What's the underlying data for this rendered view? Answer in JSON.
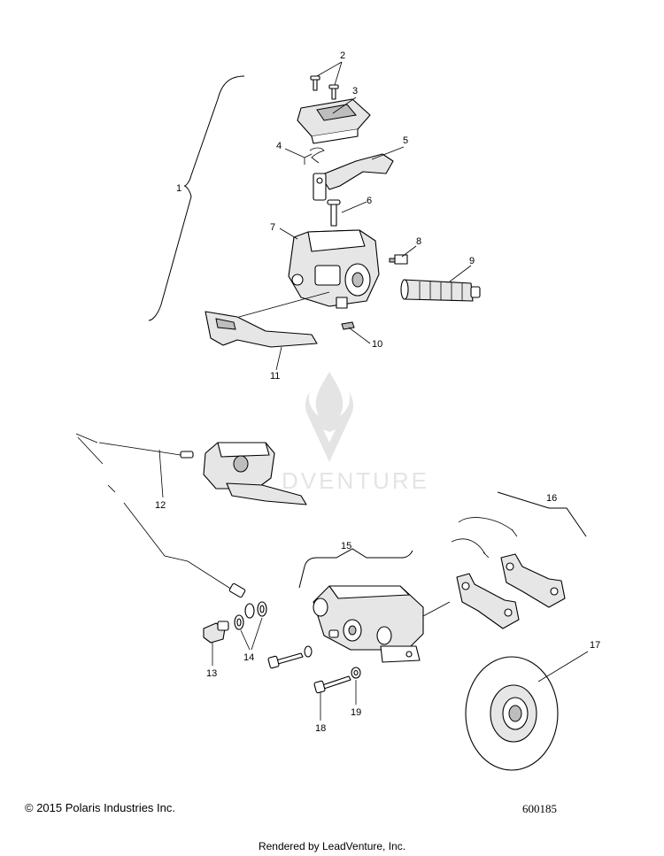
{
  "watermark": {
    "text": "DVENTURE"
  },
  "callouts": [
    {
      "id": "1",
      "label": "1"
    },
    {
      "id": "2",
      "label": "2"
    },
    {
      "id": "3",
      "label": "3"
    },
    {
      "id": "4",
      "label": "4"
    },
    {
      "id": "5",
      "label": "5"
    },
    {
      "id": "6",
      "label": "6"
    },
    {
      "id": "7",
      "label": "7"
    },
    {
      "id": "8",
      "label": "8"
    },
    {
      "id": "9",
      "label": "9"
    },
    {
      "id": "10",
      "label": "10"
    },
    {
      "id": "11",
      "label": "11"
    },
    {
      "id": "12",
      "label": "12"
    },
    {
      "id": "13",
      "label": "13"
    },
    {
      "id": "14",
      "label": "14"
    },
    {
      "id": "15",
      "label": "15"
    },
    {
      "id": "16",
      "label": "16"
    },
    {
      "id": "17",
      "label": "17"
    },
    {
      "id": "18",
      "label": "18"
    },
    {
      "id": "19",
      "label": "19"
    }
  ],
  "footer": {
    "copyright": "© 2015 Polaris Industries Inc.",
    "drawing_number": "600185",
    "rendered_by": "Rendered by LeadVenture, Inc."
  }
}
